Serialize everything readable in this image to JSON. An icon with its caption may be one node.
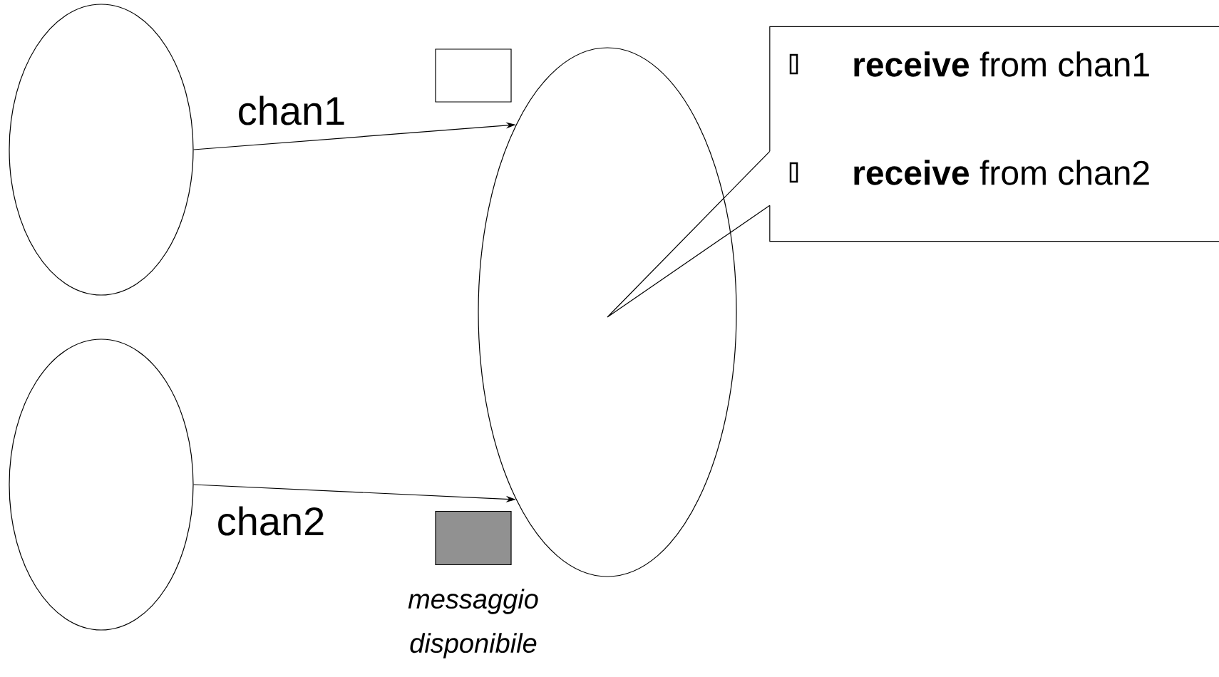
{
  "diagram": {
    "nodes": [
      {
        "text": [],
        "shape": "ellipse"
      },
      {
        "text": [],
        "shape": "box"
      },
      {
        "text": [],
        "shape": "ellipse"
      },
      {
        "text": [
          "**receive** from chan1",
          "**receive** from chan2"
        ]
      },
      {
        "text": [],
        "shape": "ellipse"
      },
      {
        "text": [],
        "shape": "box",
        "beside": [
          "messaggio disponibile"
        ]
      }
    ],
    "edges": [
      {
        "from": 0,
        "to": 2,
        "arrow": "to",
        "label": "chan1"
      },
      {
        "from": 4,
        "to": 2,
        "arrow": "to",
        "label": "chan2"
      },
      {
        "from": 3,
        "to": null,
        "arrow": "none"
      }
    ]
  }
}
